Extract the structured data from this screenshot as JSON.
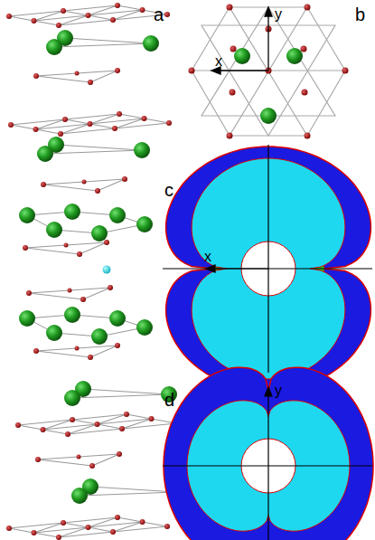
{
  "diagram": {
    "labels": [
      "a",
      "b",
      "y",
      "x",
      "c",
      "x",
      "d",
      "y"
    ]
  }
}
